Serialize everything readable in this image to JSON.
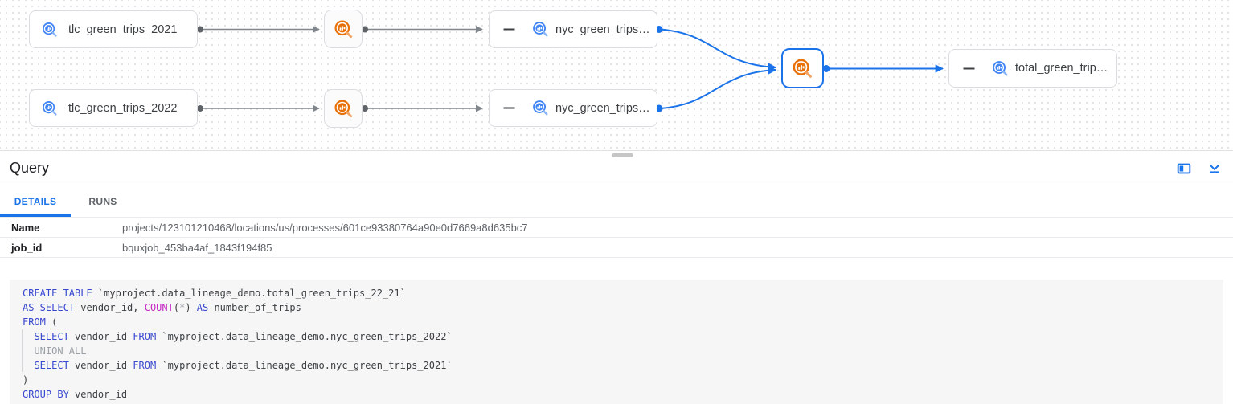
{
  "graph": {
    "nodes": {
      "tlc_2021": {
        "label": "tlc_green_trips_2021",
        "type": "table"
      },
      "tlc_2022": {
        "label": "tlc_green_trips_2022",
        "type": "table"
      },
      "nyc_2021": {
        "label": "nyc_green_trips…",
        "type": "table"
      },
      "nyc_2022": {
        "label": "nyc_green_trips…",
        "type": "table"
      },
      "query_1": {
        "type": "query"
      },
      "query_2": {
        "type": "query"
      },
      "query_selected": {
        "type": "query",
        "selected": true
      },
      "total": {
        "label": "total_green_trip…",
        "type": "table"
      }
    },
    "icons": [
      "bigquery-table-icon",
      "bigquery-query-icon",
      "hide-lineage-minus-icon"
    ]
  },
  "panel": {
    "title": "Query",
    "icons": [
      "side-panel-icon",
      "collapse-panel-icon"
    ],
    "tabs": [
      {
        "label": "DETAILS",
        "active": true
      },
      {
        "label": "RUNS",
        "active": false
      }
    ],
    "details": {
      "rows": [
        {
          "label": "Name",
          "value": "projects/123101210468/locations/us/processes/601ce93380764a90e0d7669a8d635bc7"
        },
        {
          "label": "job_id",
          "value": "bquxjob_453ba4af_1843f194f85"
        }
      ]
    }
  },
  "sql": {
    "lines": [
      [
        [
          "kw",
          "CREATE TABLE"
        ],
        [
          "tx",
          " `myproject.data_lineage_demo.total_green_trips_22_21`"
        ]
      ],
      [
        [
          "kw",
          "AS SELECT"
        ],
        [
          "tx",
          " vendor_id, "
        ],
        [
          "fn",
          "COUNT"
        ],
        [
          "tx",
          "("
        ],
        [
          "cm",
          "*"
        ],
        [
          "tx",
          ") "
        ],
        [
          "kw",
          "AS"
        ],
        [
          "tx",
          " number_of_trips"
        ]
      ],
      [
        [
          "kw",
          "FROM"
        ],
        [
          "tx",
          " ("
        ]
      ],
      [
        [
          "tx",
          "  "
        ],
        [
          "kw",
          "SELECT"
        ],
        [
          "tx",
          " vendor_id "
        ],
        [
          "kw",
          "FROM"
        ],
        [
          "tx",
          " `myproject.data_lineage_demo.nyc_green_trips_2022`"
        ]
      ],
      [
        [
          "tx",
          "  "
        ],
        [
          "cm",
          "UNION ALL"
        ]
      ],
      [
        [
          "tx",
          "  "
        ],
        [
          "kw",
          "SELECT"
        ],
        [
          "tx",
          " vendor_id "
        ],
        [
          "kw",
          "FROM"
        ],
        [
          "tx",
          " `myproject.data_lineage_demo.nyc_green_trips_2021`"
        ]
      ],
      [
        [
          "tx",
          ")"
        ]
      ],
      [
        [
          "kw",
          "GROUP BY"
        ],
        [
          "tx",
          " vendor_id"
        ]
      ]
    ]
  },
  "colors": {
    "accent_blue": "#1a73e8",
    "table_icon_blue": "#4285f4",
    "query_icon_orange": "#e8710a",
    "edge_gray": "#80868b",
    "sql_keyword": "#3747cf",
    "sql_function": "#c32ac3",
    "sql_muted": "#9aa0a6"
  }
}
